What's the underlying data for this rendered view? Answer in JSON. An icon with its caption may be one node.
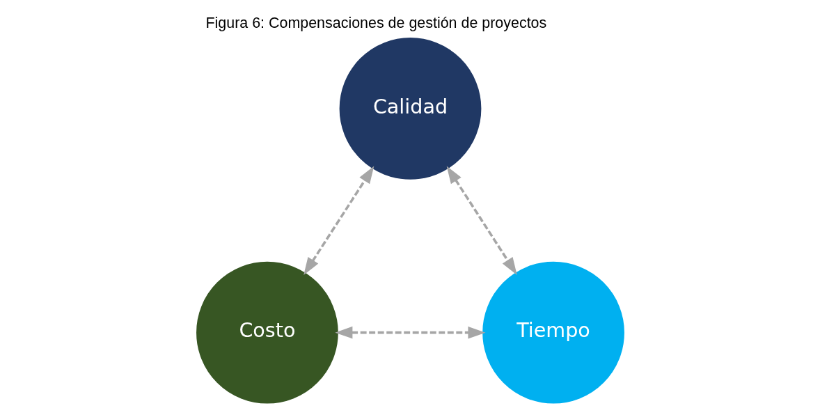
{
  "diagram": {
    "title": "Figura 6: Compensaciones de gestión de proyectos",
    "nodes": [
      {
        "text": [
          "Calidad"
        ]
      },
      {
        "text": [
          "Costo"
        ]
      },
      {
        "text": [
          "Tiempo"
        ]
      }
    ],
    "edges": [
      {
        "from": 1,
        "to": 0,
        "arrow": "both",
        "style": "dashed"
      },
      {
        "from": 0,
        "to": 2,
        "arrow": "both",
        "style": "dashed"
      },
      {
        "from": 1,
        "to": 2,
        "arrow": "both",
        "style": "dashed"
      }
    ]
  }
}
